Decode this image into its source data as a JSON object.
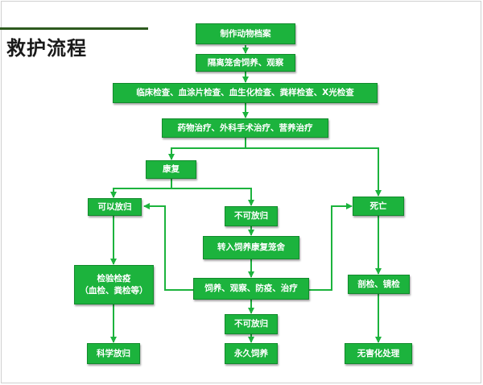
{
  "page": {
    "title": "救护流程"
  },
  "colors": {
    "box_fill": "#1cb33d",
    "box_border": "#128a2c",
    "arrow": "#1cb33d",
    "title_rule": "#2d5a1e"
  },
  "flow": {
    "archive": "制作动物档案",
    "isolation": "隔离笼舍饲养、观察",
    "exams": "临床检查、血涂片检查、血生化检查、粪样检查、X光检查",
    "treatment": "药物治疗、外科手术治疗、营养治疗",
    "recovery": "康复",
    "releasable": "可以放归",
    "not_releasable_1": "不可放归",
    "death": "死亡",
    "transfer": "转入饲养康复笼舍",
    "quarantine_line1": "检验检疫",
    "quarantine_line2": "（血检、粪检等）",
    "care": "饲养、观察、防疫、治疗",
    "necropsy": "剖检、镜检",
    "not_releasable_2": "不可放归",
    "scientific_release": "科学放归",
    "permanent_care": "永久饲养",
    "harmless_disposal": "无害化处理"
  }
}
